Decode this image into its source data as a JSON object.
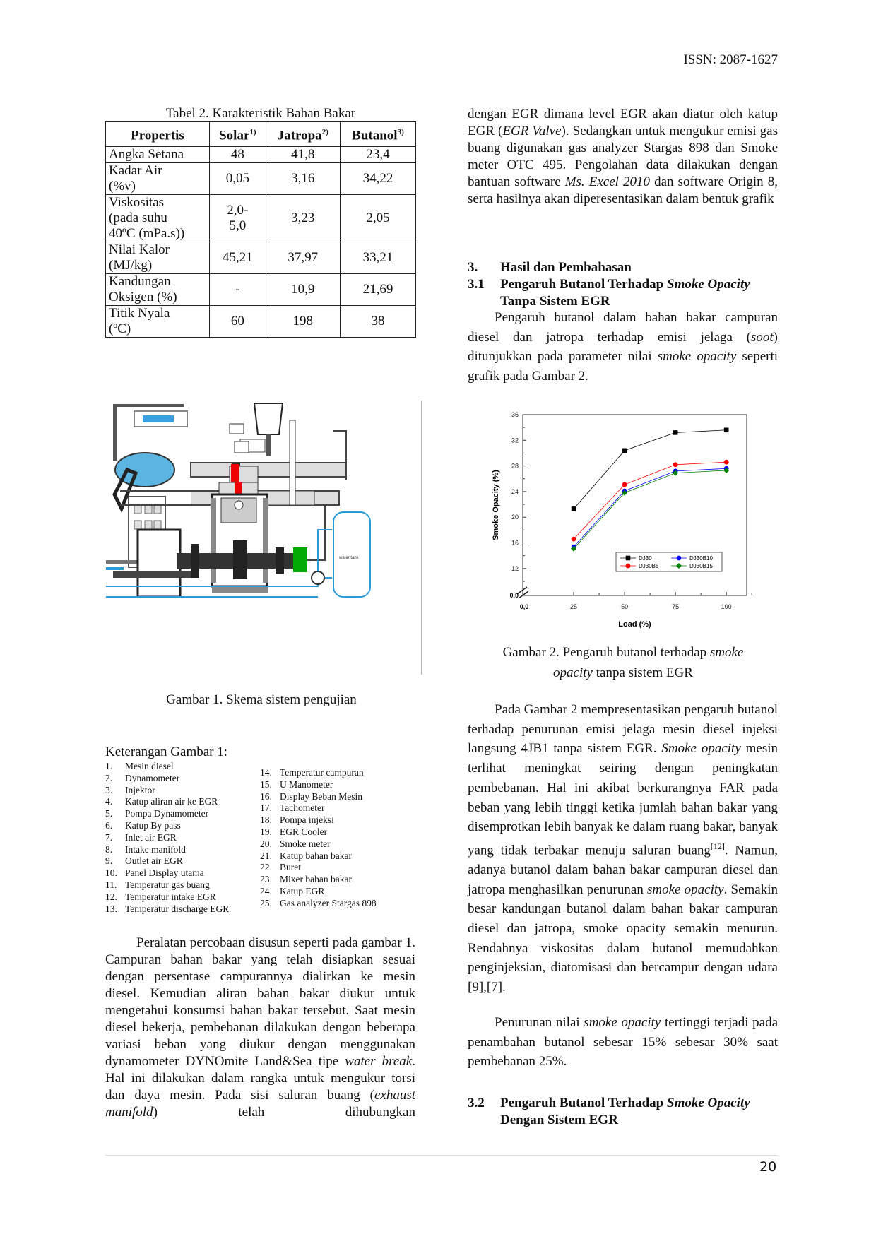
{
  "header": {
    "issn": "ISSN: 2087-1627"
  },
  "table2": {
    "caption": "Tabel 2. Karakteristik Bahan Bakar",
    "headers": [
      {
        "label": "Propertis",
        "sup": ""
      },
      {
        "label": "Solar",
        "sup": "1)"
      },
      {
        "label": "Jatropa",
        "sup": "2)"
      },
      {
        "label": "Butanol",
        "sup": "3)"
      }
    ],
    "rows": [
      [
        "Angka Setana",
        "48",
        "41,8",
        "23,4"
      ],
      [
        "Kadar Air\n(%v)",
        "0,05",
        "3,16",
        "34,22"
      ],
      [
        "Viskositas\n(pada suhu\n40ºC (mPa.s))",
        "2,0-\n5,0",
        "3,23",
        "2,05"
      ],
      [
        "Nilai Kalor\n(MJ/kg)",
        "45,21",
        "37,97",
        "33,21"
      ],
      [
        "Kandungan\nOksigen (%)",
        "-",
        "10,9",
        "21,69"
      ],
      [
        "Titik Nyala\n(ºC)",
        "60",
        "198",
        "38"
      ]
    ]
  },
  "figure1": {
    "caption": "Gambar 1. Skema sistem pengujian",
    "tank_label": "water tank"
  },
  "legend1": {
    "title": "Keterangan Gambar 1:",
    "left": [
      [
        "1.",
        "Mesin diesel"
      ],
      [
        "2.",
        "Dynamometer"
      ],
      [
        "3.",
        "Injektor"
      ],
      [
        "4.",
        "Katup aliran air ke EGR"
      ],
      [
        "5.",
        "Pompa Dynamometer"
      ],
      [
        "6.",
        "Katup By pass"
      ],
      [
        "7.",
        "Inlet air EGR"
      ],
      [
        "8.",
        "Intake manifold"
      ],
      [
        "9.",
        "Outlet air EGR"
      ],
      [
        "10.",
        "Panel Display utama"
      ],
      [
        "11.",
        "Temperatur gas buang"
      ],
      [
        "12.",
        "Temperatur intake EGR"
      ],
      [
        "13.",
        "Temperatur discharge EGR"
      ]
    ],
    "right": [
      [
        "14.",
        "Temperatur campuran"
      ],
      [
        "15.",
        "U Manometer"
      ],
      [
        "16.",
        "Display Beban Mesin"
      ],
      [
        "17.",
        "Tachometer"
      ],
      [
        "18.",
        "Pompa injeksi"
      ],
      [
        "19.",
        "EGR Cooler"
      ],
      [
        "20.",
        "Smoke meter"
      ],
      [
        "21.",
        "Katup bahan bakar"
      ],
      [
        "22.",
        "Buret"
      ],
      [
        "23.",
        "Mixer bahan bakar"
      ],
      [
        "24.",
        "Katup EGR"
      ],
      [
        "25.",
        "Gas analyzer Stargas 898"
      ]
    ]
  },
  "paragraphs": {
    "left1": [
      {
        "t": "Peralatan percobaan disusun seperti pada gambar 1. Campuran bahan bakar yang telah disiapkan sesuai dengan persentase campurannya dialirkan ke mesin diesel. Kemudian aliran bahan bakar diukur untuk mengetahui konsumsi bahan bakar tersebut. Saat mesin diesel bekerja, pembebanan dilakukan dengan beberapa variasi beban yang diukur dengan menggunakan dynamometer DYNOmite Land&Sea tipe "
      },
      {
        "t": "water break",
        "i": true
      },
      {
        "t": ". Hal ini dilakukan dalam rangka untuk mengukur torsi dan daya mesin. Pada sisi saluran buang ("
      },
      {
        "t": "exhaust manifold",
        "i": true
      },
      {
        "t": ") telah dihubungkan"
      }
    ],
    "right1": [
      {
        "t": "dengan EGR dimana level EGR akan diatur oleh katup EGR ("
      },
      {
        "t": "EGR Valve",
        "i": true
      },
      {
        "t": "). Sedangkan untuk mengukur emisi gas buang digunakan gas analyzer Stargas 898 dan Smoke meter OTC 495. Pengolahan data dilakukan dengan bantuan software "
      },
      {
        "t": "Ms. Excel 2010",
        "i": true
      },
      {
        "t": " dan software Origin 8, serta hasilnya akan diperesentasikan dalam bentuk grafik"
      }
    ],
    "s31": [
      {
        "t": "Pengaruh butanol dalam bahan bakar campuran diesel dan jatropa terhadap emisi jelaga ("
      },
      {
        "t": "soot",
        "i": true
      },
      {
        "t": ") ditunjukkan pada parameter nilai "
      },
      {
        "t": "smoke opacity",
        "i": true
      },
      {
        "t": " seperti grafik pada Gambar 2."
      }
    ],
    "r2": [
      {
        "t": "Pada Gambar 2 mempresentasikan pengaruh butanol terhadap penurunan emisi jelaga mesin diesel injeksi langsung 4JB1 tanpa sistem EGR. "
      },
      {
        "t": "Smoke opacity",
        "i": true
      },
      {
        "t": " mesin terlihat meningkat seiring dengan peningkatan pembebanan. Hal ini akibat berkurangnya FAR pada beban yang lebih tinggi ketika jumlah bahan bakar yang disemprotkan lebih banyak ke dalam ruang bakar, banyak yang tidak terbakar menuju saluran buang"
      },
      {
        "t": "[12]",
        "sup": true
      },
      {
        "t": ". Namun, adanya butanol dalam bahan bakar campuran diesel dan jatropa menghasilkan penurunan "
      },
      {
        "t": "smoke opacity",
        "i": true
      },
      {
        "t": ". Semakin besar kandungan butanol dalam bahan bakar campuran diesel dan jatropa, smoke opacity semakin menurun. Rendahnya viskositas dalam butanol memudahkan penginjeksian, diatomisasi dan bercampur dengan udara [9],[7]."
      }
    ],
    "r3": [
      {
        "t": "Penurunan nilai "
      },
      {
        "t": "smoke opacity",
        "i": true
      },
      {
        "t": " tertinggi terjadi pada penambahan butanol sebesar 15% sebesar 30% saat pembebanan 25%."
      }
    ]
  },
  "headings": {
    "h3": {
      "num": "3.",
      "text": "Hasil dan Pembahasan"
    },
    "h31": {
      "num": "3.1",
      "text": "Pengaruh Butanol Terhadap ",
      "italic": "Smoke Opacity",
      "line2": "Tanpa Sistem EGR"
    },
    "h32": {
      "num": "3.2",
      "text": "Pengaruh Butanol Terhadap ",
      "italic": "Smoke Opacity",
      "line2": "Dengan Sistem EGR"
    }
  },
  "figure2": {
    "caption_a": "Gambar 2. Pengaruh butanol terhadap ",
    "caption_italic1": "smoke",
    "caption_italic2": "opacity",
    "caption_b": " tanpa sistem EGR"
  },
  "chart_data": {
    "type": "line",
    "xlabel": "Load (%)",
    "ylabel": "Smoke Opacity (%)",
    "x": [
      25,
      50,
      75,
      100
    ],
    "xticks": [
      "25",
      "50",
      "75",
      "100"
    ],
    "yticks": [
      "12",
      "16",
      "20",
      "24",
      "28",
      "32",
      "36"
    ],
    "axis_break_labels": [
      "0,0",
      "0,0"
    ],
    "ylim": [
      0,
      36
    ],
    "xlim": [
      0,
      110
    ],
    "legend_position": "lower-right",
    "series": [
      {
        "name": "DJ30",
        "values": [
          21.3,
          30.4,
          33.2,
          33.6
        ],
        "color": "#000000",
        "marker": "square"
      },
      {
        "name": "DJ30B5",
        "values": [
          16.6,
          25.1,
          28.2,
          28.6
        ],
        "color": "#ff0000",
        "marker": "circle"
      },
      {
        "name": "DJ30B10",
        "values": [
          15.4,
          24.1,
          27.2,
          27.6
        ],
        "color": "#0000ff",
        "marker": "circle"
      },
      {
        "name": "DJ30B15",
        "values": [
          15.1,
          23.8,
          26.9,
          27.3
        ],
        "color": "#008000",
        "marker": "diamond"
      }
    ]
  },
  "footer": {
    "page": "20"
  }
}
